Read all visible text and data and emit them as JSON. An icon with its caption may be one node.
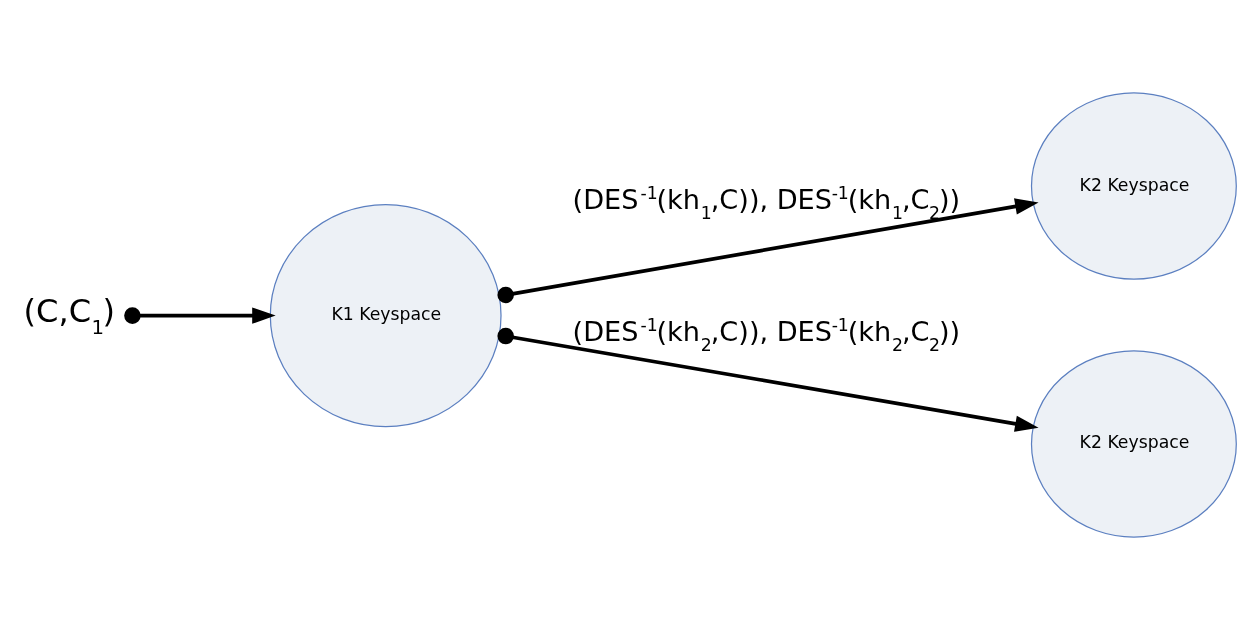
{
  "diagram": {
    "nodes": [
      {
        "text": [
          "(C,C$_{1}$)"
        ]
      },
      {
        "text": [
          "K1 Keyspace"
        ]
      },
      {
        "text": [
          "K2 Keyspace"
        ]
      },
      {
        "text": [
          "K2 Keyspace"
        ]
      }
    ],
    "edges": [
      {
        "from": 0,
        "to": 1,
        "arrow": "to"
      },
      {
        "from": 1,
        "to": 2,
        "arrow": "to",
        "label": "(DES$^{-1}$(kh$_{1}$,C)), DES$^{-1}$(kh$_{1}$,C$_{2}$))"
      },
      {
        "from": 1,
        "to": 3,
        "arrow": "to",
        "label": "(DES$^{-1}$(kh$_{2}$,C)), DES$^{-1}$(kh$_{2}$,C$_{2}$))"
      }
    ]
  }
}
